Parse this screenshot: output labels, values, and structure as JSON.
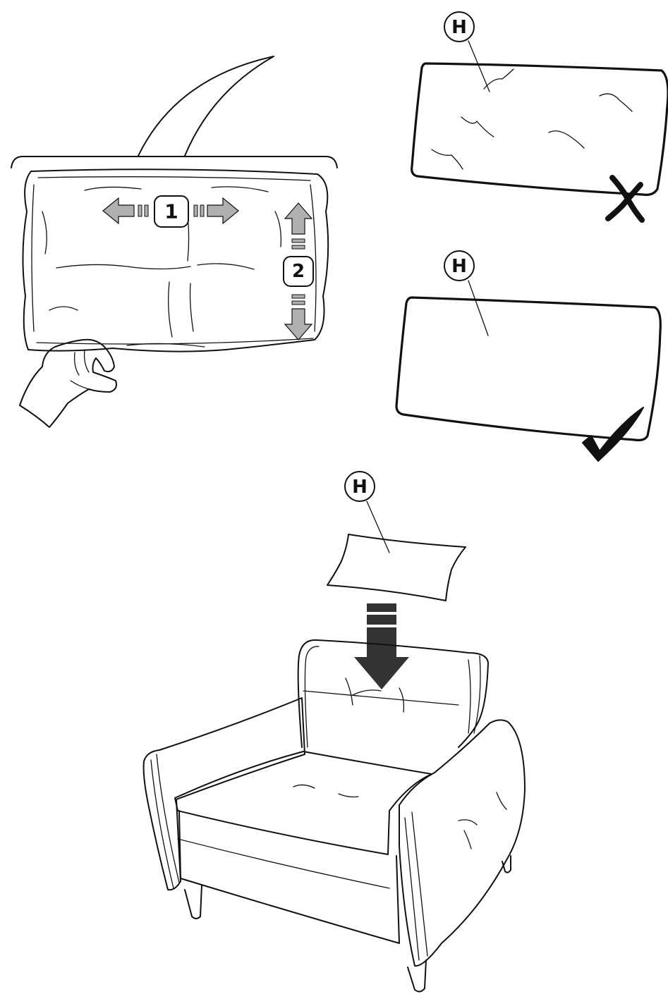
{
  "steps": {
    "step1": "1",
    "step2": "2"
  },
  "callouts": {
    "part_wrinkled": "H",
    "part_smooth": "H",
    "part_place": "H"
  },
  "status": {
    "wrong": "incorrect-cross-icon",
    "right": "correct-check-icon"
  },
  "colors": {
    "line": "#111111",
    "cushion_fill": "#bdbdbd",
    "arrow_light": "#b0b0b0",
    "arrow_dark": "#333333"
  }
}
